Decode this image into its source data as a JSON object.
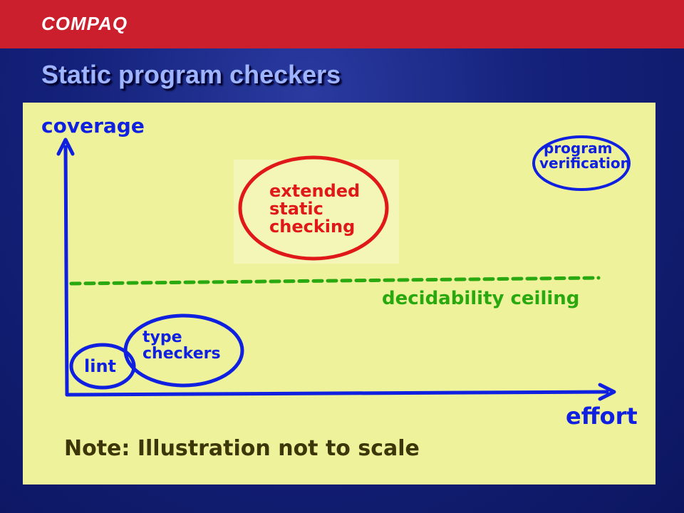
{
  "header": {
    "logo_text": "COMPAQ"
  },
  "slide": {
    "title": "Static program checkers"
  },
  "diagram": {
    "y_axis_label": "coverage",
    "x_axis_label": "effort",
    "regions": {
      "program_verification": [
        "program",
        "verification"
      ],
      "extended_static_checking": [
        "extended",
        "static",
        "checking"
      ],
      "type_checkers": [
        "type",
        "checkers"
      ],
      "lint": "lint"
    },
    "ceiling_label": "decidability ceiling",
    "note": "Note: Illustration not to scale"
  },
  "colors": {
    "header_red": "#cc1f2e",
    "slide_blue": "#14217a",
    "paper_yellow": "#eef29a",
    "ink_blue": "#1020e0",
    "ink_red": "#e01818",
    "ink_green": "#2aa810"
  }
}
